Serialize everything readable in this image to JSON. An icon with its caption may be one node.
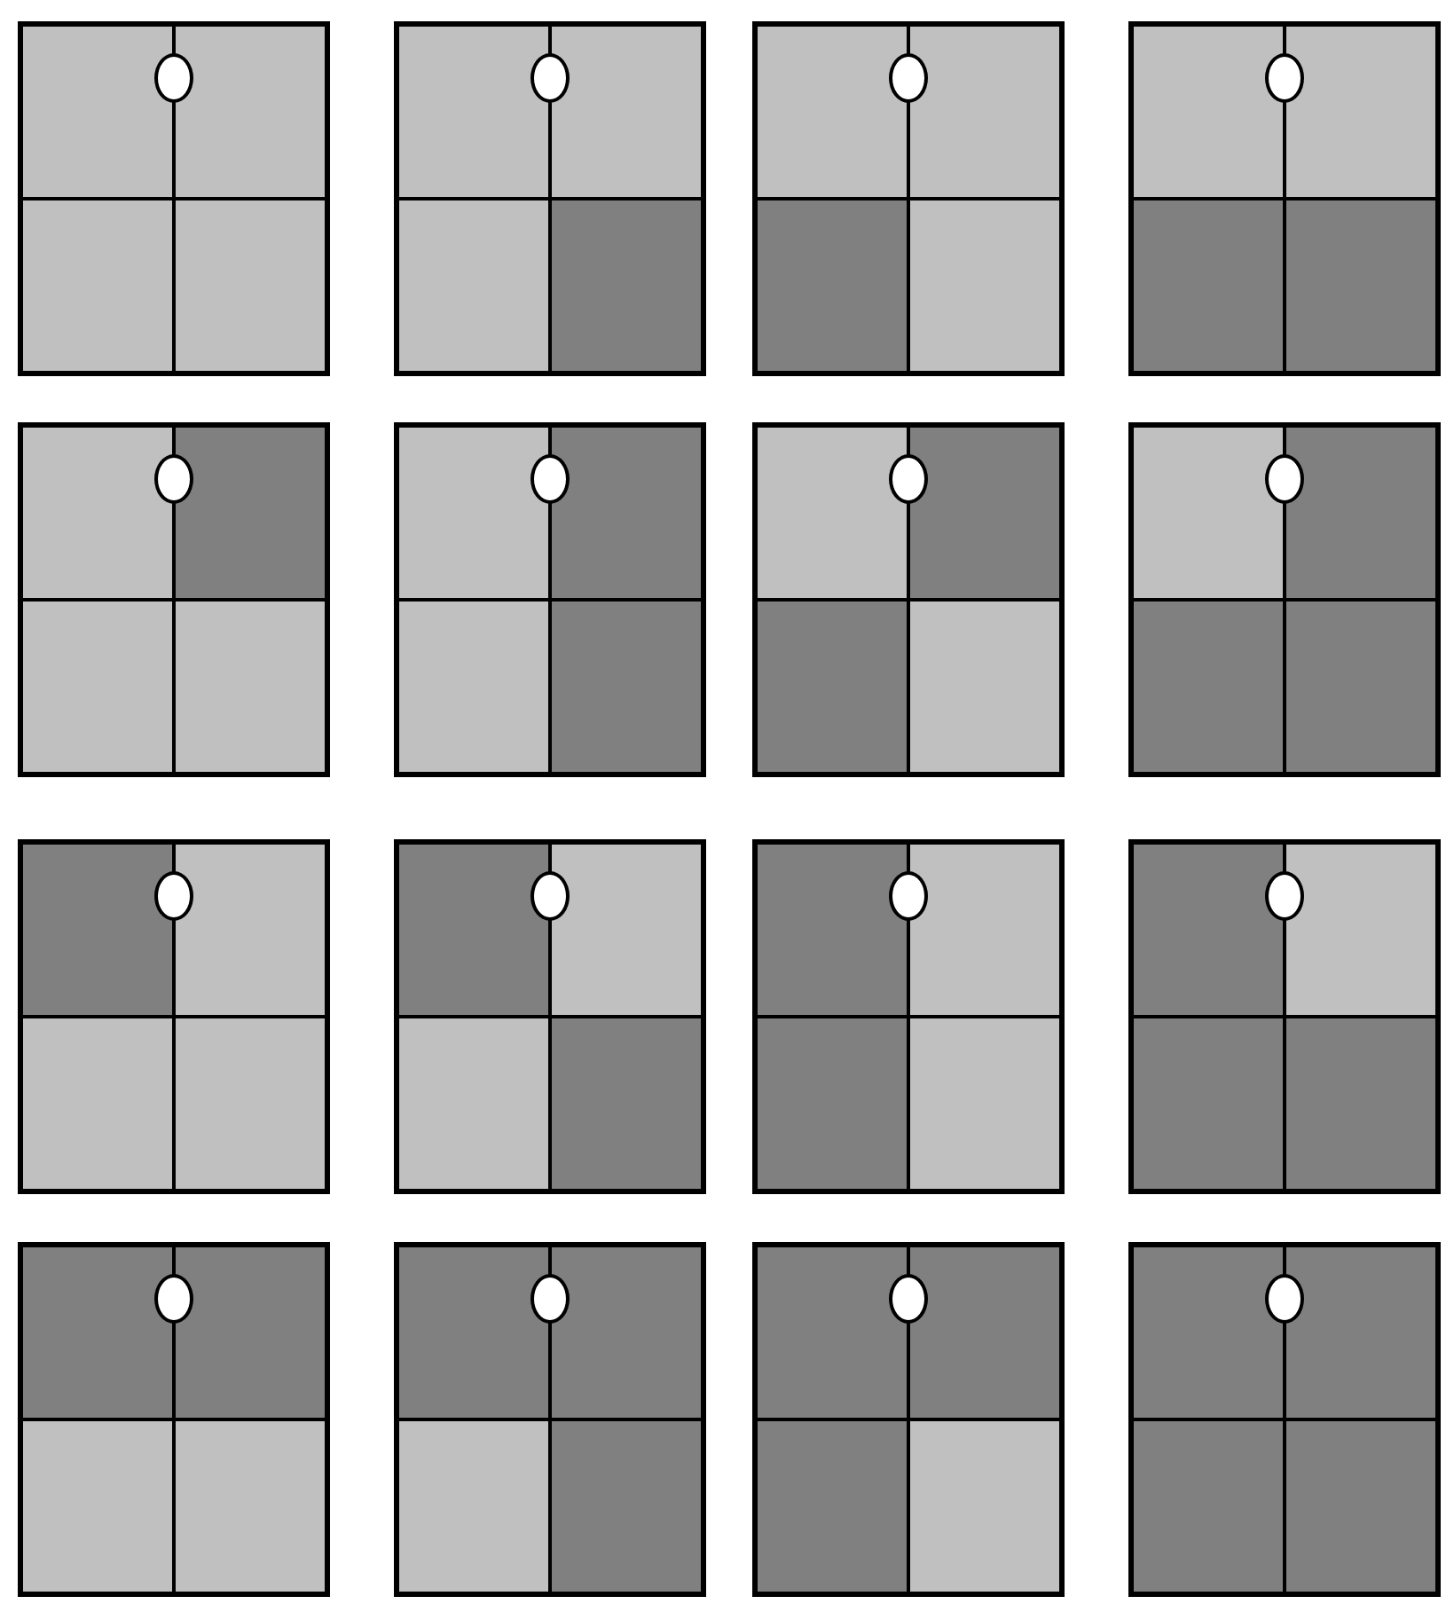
{
  "diagram": {
    "nodes": [
      {
        "text": [],
        "shape": "box"
      },
      {
        "text": [],
        "shape": "box",
        "in": 0
      },
      {
        "text": [],
        "shape": "box",
        "in": 0
      },
      {
        "text": [],
        "shape": "box",
        "in": 0
      },
      {
        "text": [],
        "shape": "box",
        "in": 0
      },
      {
        "text": [],
        "shape": "circle",
        "in": 0
      },
      {
        "text": [],
        "shape": "box"
      },
      {
        "text": [],
        "shape": "box",
        "in": 6
      },
      {
        "text": [],
        "shape": "box",
        "in": 6
      },
      {
        "text": [],
        "shape": "box",
        "in": 6
      },
      {
        "text": [],
        "shape": "box",
        "in": 6
      },
      {
        "text": [],
        "shape": "circle",
        "in": 6
      },
      {
        "text": [],
        "shape": "box"
      },
      {
        "text": [],
        "shape": "box",
        "in": 12
      },
      {
        "text": [],
        "shape": "box",
        "in": 12
      },
      {
        "text": [],
        "shape": "box",
        "in": 12
      },
      {
        "text": [],
        "shape": "box",
        "in": 12
      },
      {
        "text": [],
        "shape": "circle",
        "in": 12
      },
      {
        "text": [],
        "shape": "box"
      },
      {
        "text": [],
        "shape": "box",
        "in": 18
      },
      {
        "text": [],
        "shape": "box",
        "in": 18
      },
      {
        "text": [],
        "shape": "box",
        "in": 18
      },
      {
        "text": [],
        "shape": "box",
        "in": 18
      },
      {
        "text": [],
        "shape": "circle",
        "in": 18
      },
      {
        "text": [],
        "shape": "box"
      },
      {
        "text": [],
        "shape": "box",
        "in": 24
      },
      {
        "text": [],
        "shape": "box",
        "in": 24
      },
      {
        "text": [],
        "shape": "box",
        "in": 24
      },
      {
        "text": [],
        "shape": "box",
        "in": 24
      },
      {
        "text": [],
        "shape": "circle",
        "in": 24
      },
      {
        "text": [],
        "shape": "box"
      },
      {
        "text": [],
        "shape": "box",
        "in": 30
      },
      {
        "text": [],
        "shape": "box",
        "in": 30
      },
      {
        "text": [],
        "shape": "box",
        "in": 30
      },
      {
        "text": [],
        "shape": "box",
        "in": 30
      },
      {
        "text": [],
        "shape": "circle",
        "in": 30
      },
      {
        "text": [],
        "shape": "box"
      },
      {
        "text": [],
        "shape": "box",
        "in": 36
      },
      {
        "text": [],
        "shape": "box",
        "in": 36
      },
      {
        "text": [],
        "shape": "box",
        "in": 36
      },
      {
        "text": [],
        "shape": "box",
        "in": 36
      },
      {
        "text": [],
        "shape": "circle",
        "in": 36
      },
      {
        "text": [],
        "shape": "box"
      },
      {
        "text": [],
        "shape": "box",
        "in": 42
      },
      {
        "text": [],
        "shape": "box",
        "in": 42
      },
      {
        "text": [],
        "shape": "box",
        "in": 42
      },
      {
        "text": [],
        "shape": "box",
        "in": 42
      },
      {
        "text": [],
        "shape": "circle",
        "in": 42
      },
      {
        "text": [],
        "shape": "box"
      },
      {
        "text": [],
        "shape": "box",
        "in": 48
      },
      {
        "text": [],
        "shape": "box",
        "in": 48
      },
      {
        "text": [],
        "shape": "box",
        "in": 48
      },
      {
        "text": [],
        "shape": "box",
        "in": 48
      },
      {
        "text": [],
        "shape": "circle",
        "in": 48
      },
      {
        "text": [],
        "shape": "box"
      },
      {
        "text": [],
        "shape": "box",
        "in": 54
      },
      {
        "text": [],
        "shape": "box",
        "in": 54
      },
      {
        "text": [],
        "shape": "box",
        "in": 54
      },
      {
        "text": [],
        "shape": "box",
        "in": 54
      },
      {
        "text": [],
        "shape": "circle",
        "in": 54
      },
      {
        "text": [],
        "shape": "box"
      },
      {
        "text": [],
        "shape": "box",
        "in": 60
      },
      {
        "text": [],
        "shape": "box",
        "in": 60
      },
      {
        "text": [],
        "shape": "box",
        "in": 60
      },
      {
        "text": [],
        "shape": "box",
        "in": 60
      },
      {
        "text": [],
        "shape": "circle",
        "in": 60
      },
      {
        "text": [],
        "shape": "box"
      },
      {
        "text": [],
        "shape": "box",
        "in": 66
      },
      {
        "text": [],
        "shape": "box",
        "in": 66
      },
      {
        "text": [],
        "shape": "box",
        "in": 66
      },
      {
        "text": [],
        "shape": "box",
        "in": 66
      },
      {
        "text": [],
        "shape": "circle",
        "in": 66
      },
      {
        "text": [],
        "shape": "box"
      },
      {
        "text": [],
        "shape": "box",
        "in": 72
      },
      {
        "text": [],
        "shape": "box",
        "in": 72
      },
      {
        "text": [],
        "shape": "box",
        "in": 72
      },
      {
        "text": [],
        "shape": "box",
        "in": 72
      },
      {
        "text": [],
        "shape": "circle",
        "in": 72
      },
      {
        "text": [],
        "shape": "box"
      },
      {
        "text": [],
        "shape": "box",
        "in": 78
      },
      {
        "text": [],
        "shape": "box",
        "in": 78
      },
      {
        "text": [],
        "shape": "box",
        "in": 78
      },
      {
        "text": [],
        "shape": "box",
        "in": 78
      },
      {
        "text": [],
        "shape": "circle",
        "in": 78
      },
      {
        "text": [],
        "shape": "box"
      },
      {
        "text": [],
        "shape": "box",
        "in": 84
      },
      {
        "text": [],
        "shape": "box",
        "in": 84
      },
      {
        "text": [],
        "shape": "box",
        "in": 84
      },
      {
        "text": [],
        "shape": "box",
        "in": 84
      },
      {
        "text": [],
        "shape": "circle",
        "in": 84
      },
      {
        "text": [],
        "shape": "box"
      },
      {
        "text": [],
        "shape": "box",
        "in": 90
      },
      {
        "text": [],
        "shape": "box",
        "in": 90
      },
      {
        "text": [],
        "shape": "box",
        "in": 90
      },
      {
        "text": [],
        "shape": "box",
        "in": 90
      },
      {
        "text": [],
        "shape": "circle",
        "in": 90
      }
    ]
  }
}
